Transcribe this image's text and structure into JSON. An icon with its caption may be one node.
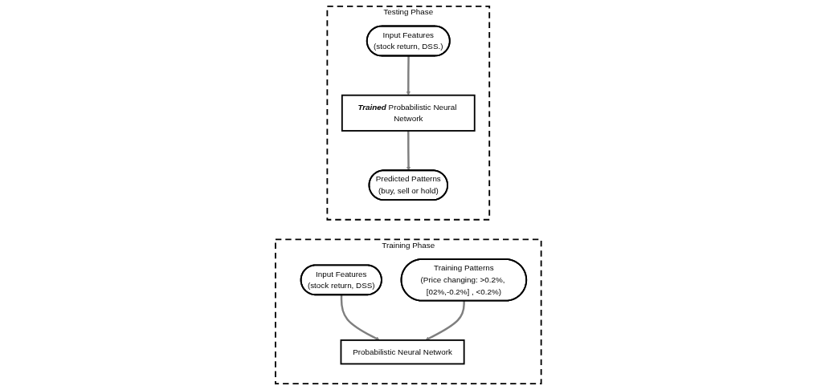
{
  "diagram": {
    "nodes": [
      {
        "text": [
          "Training Phase"
        ]
      },
      {
        "text": [
          "Input Features",
          "(stock return, DSS)"
        ],
        "in": 0
      },
      {
        "text": [
          "Training Patterns",
          "(Price changing: >0.2%, [02%,-0.2%] , <0.2%)"
        ],
        "in": 0
      },
      {
        "text": [
          "Probabilistic Neural Network"
        ],
        "in": 0
      },
      {
        "text": [
          "Testing Phase"
        ]
      },
      {
        "text": [
          "Input Features",
          "(stock return, DSS.)"
        ],
        "in": 4
      },
      {
        "text": [
          "**Trained** Probabilistic Neural Network"
        ],
        "in": 4
      },
      {
        "text": [
          "Predicted Patterns",
          "(buy, sell or hold)"
        ],
        "in": 4
      }
    ],
    "edges": [
      {
        "from": 1,
        "to": 3,
        "arrow": "to"
      },
      {
        "from": 2,
        "to": 3,
        "arrow": "to"
      },
      {
        "from": 5,
        "to": 6,
        "arrow": "to"
      },
      {
        "from": 6,
        "to": 7,
        "arrow": "to"
      }
    ]
  }
}
